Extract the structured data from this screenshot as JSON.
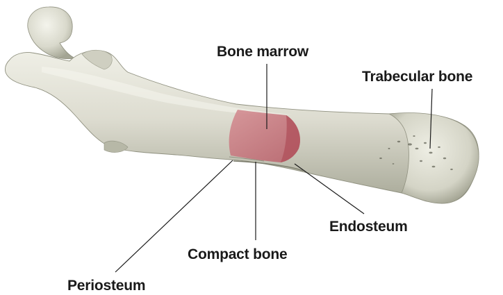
{
  "labels": {
    "bone_marrow": "Bone marrow",
    "trabecular_bone": "Trabecular bone",
    "endosteum": "Endosteum",
    "compact_bone": "Compact bone",
    "periosteum": "Periosteum"
  },
  "colors": {
    "bone": "#dcdccf",
    "bone_shadow": "#a9aa9a",
    "bone_highlight": "#f1f1e8",
    "marrow": "#c97a80",
    "marrow_dark": "#b35a64",
    "text": "#1a1a1a"
  }
}
